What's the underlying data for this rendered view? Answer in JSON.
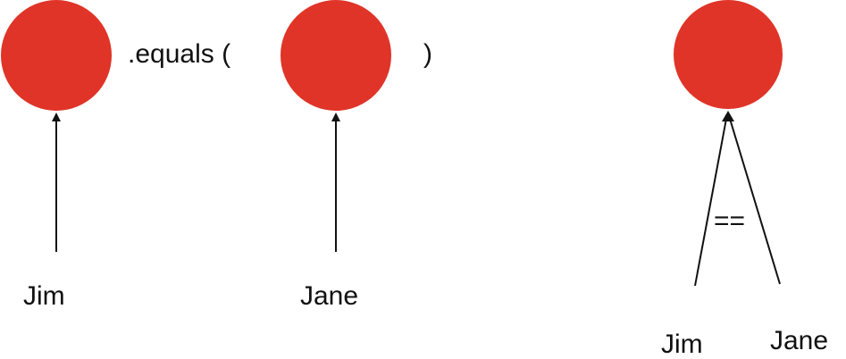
{
  "colors": {
    "object_fill": "#e03428",
    "line": "#111111",
    "background": "#ffffff"
  },
  "left_panel": {
    "method_text": ".equals (",
    "close_paren": ")",
    "reference_a": "Jim",
    "reference_b": "Jane"
  },
  "right_panel": {
    "operator": "==",
    "reference_a": "Jim",
    "reference_b": "Jane"
  }
}
